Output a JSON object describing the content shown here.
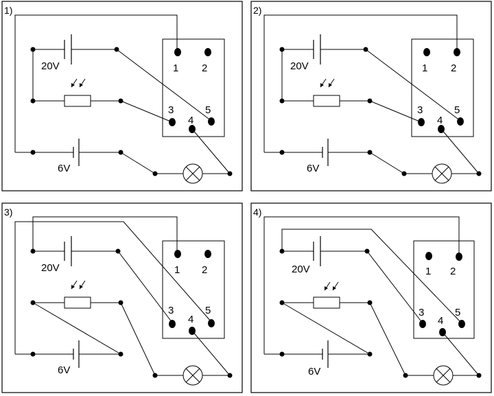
{
  "panels": [
    {
      "label": "1)",
      "battery_top": "20V",
      "battery_bottom": "6V",
      "relay_pins": [
        "1",
        "2",
        "3",
        "4",
        "5"
      ]
    },
    {
      "label": "2)",
      "battery_top": "20V",
      "battery_bottom": "6V",
      "relay_pins": [
        "1",
        "2",
        "3",
        "4",
        "5"
      ]
    },
    {
      "label": "3)",
      "battery_top": "20V",
      "battery_bottom": "6V",
      "relay_pins": [
        "1",
        "2",
        "3",
        "4",
        "5"
      ]
    },
    {
      "label": "4)",
      "battery_top": "20V",
      "battery_bottom": "6V",
      "relay_pins": [
        "1",
        "2",
        "3",
        "4",
        "5"
      ]
    }
  ]
}
